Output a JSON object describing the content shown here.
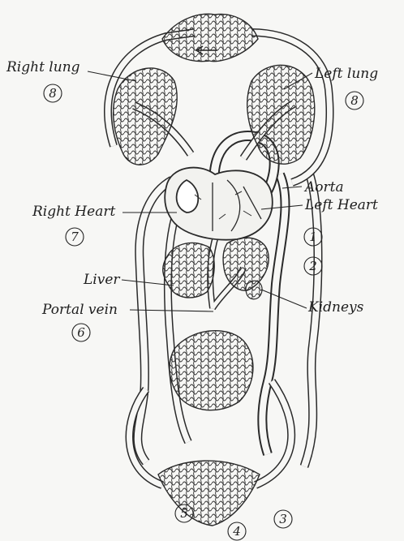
{
  "labels": {
    "right_lung": "Right lung",
    "left_lung": "Left lung",
    "aorta": "Aorta",
    "right_heart": "Right Heart",
    "left_heart": "Left Heart",
    "liver": "Liver",
    "portal_vein": "Portal vein",
    "kidneys": "Kidneys"
  },
  "numbers": {
    "right_lung": "8",
    "left_lung": "8",
    "right_heart": "7",
    "one": "1",
    "two": "2",
    "portal_vein": "6",
    "five": "5",
    "four": "4",
    "three": "3"
  },
  "colors": {
    "ink": "#2a2a2a",
    "vessel_fill": "#f7f7f5",
    "background": "#f7f7f5"
  }
}
